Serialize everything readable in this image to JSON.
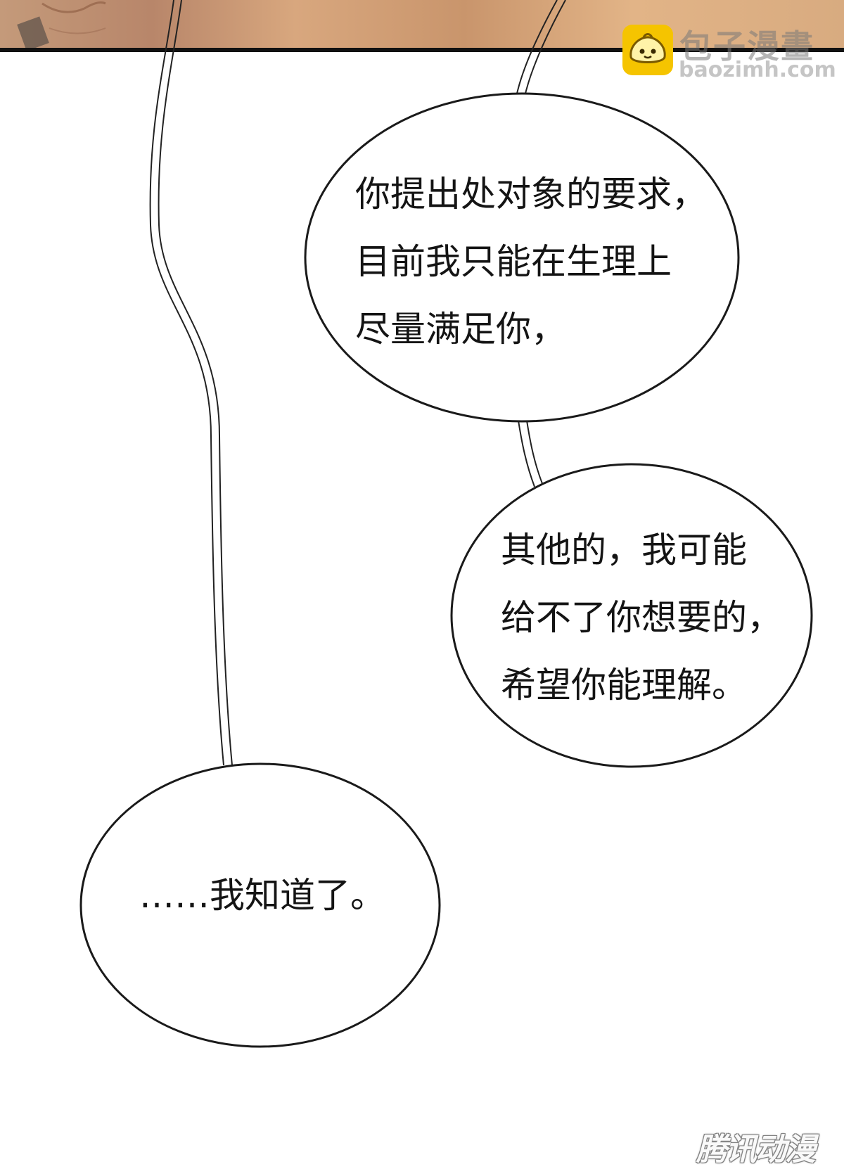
{
  "bubbles": [
    {
      "lines": [
        "你提出处对象的要求，",
        "目前我只能在生理上",
        "尽量满足你，"
      ]
    },
    {
      "lines": [
        "其他的，我可能",
        "给不了你想要的，",
        "希望你能理解。"
      ]
    },
    {
      "lines": [
        "……我知道了。"
      ]
    }
  ],
  "watermark": {
    "title": "包子漫畫",
    "url": "baozimh.com",
    "logo_icon": "steamed-bun-icon",
    "logo_color": "#f5c400"
  },
  "publisher_mark": "腾讯动漫",
  "colors": {
    "top_strip": "#c89a72",
    "panel_border": "#111111"
  }
}
